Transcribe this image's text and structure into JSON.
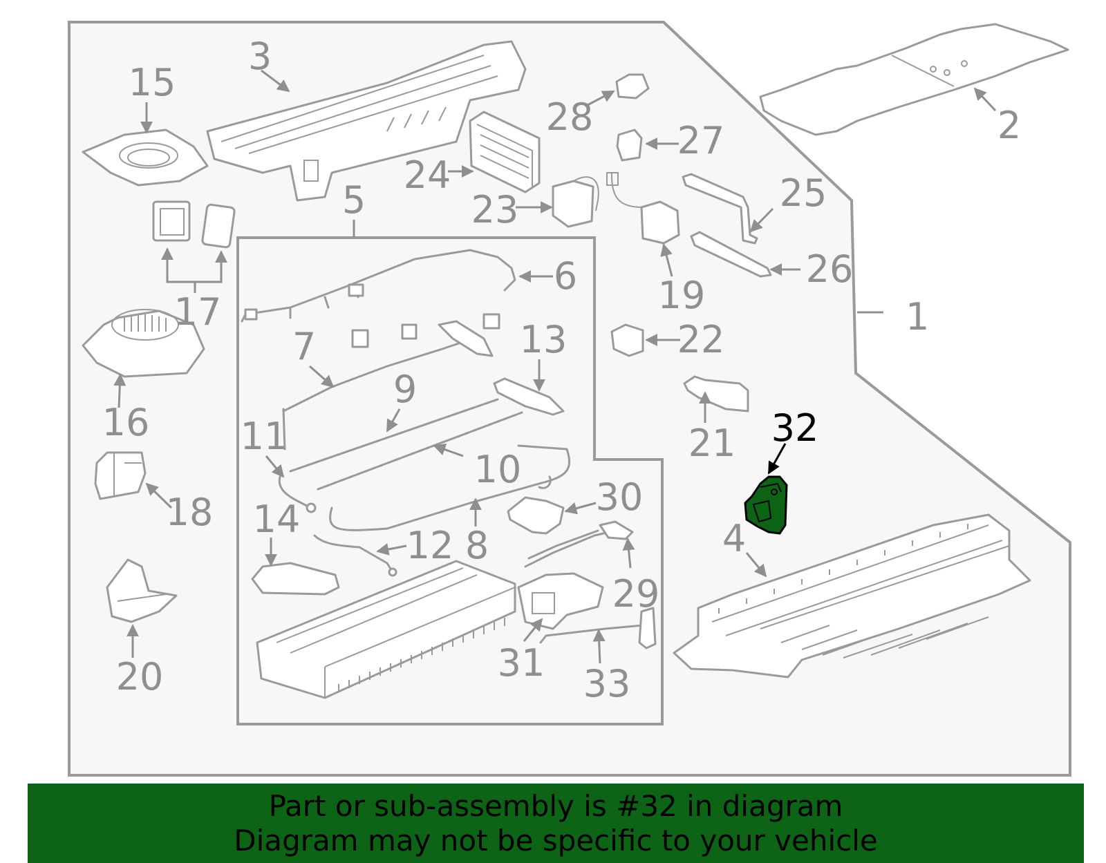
{
  "diagram": {
    "highlighted_part": "32",
    "highlight_color": "#0d6316",
    "callouts": [
      "1",
      "2",
      "3",
      "4",
      "5",
      "6",
      "7",
      "8",
      "9",
      "10",
      "11",
      "12",
      "13",
      "14",
      "15",
      "16",
      "17",
      "18",
      "19",
      "20",
      "21",
      "22",
      "23",
      "24",
      "25",
      "26",
      "27",
      "28",
      "29",
      "30",
      "31",
      "32",
      "33"
    ]
  },
  "banner": {
    "line1": "Part or sub-assembly is #32 in diagram",
    "line2": "Diagram may not be specific to your vehicle",
    "background": "#0d6316"
  }
}
